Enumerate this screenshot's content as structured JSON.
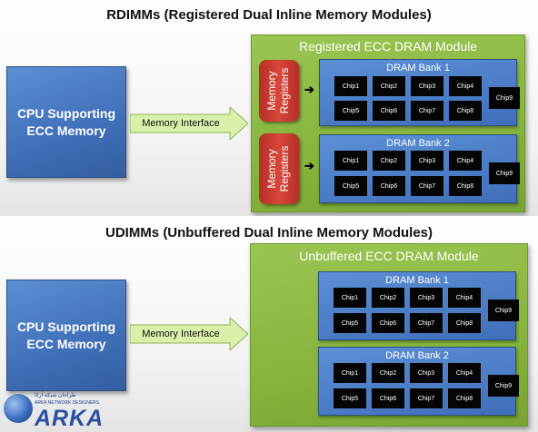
{
  "top": {
    "heading": "RDIMMs (Registered Dual Inline Memory Modules)",
    "cpu_label": "CPU Supporting\nECC Memory",
    "interface_label": "Memory Interface",
    "module_title": "Registered ECC DRAM Module",
    "register_label": "Memory\nRegisters",
    "banks": [
      {
        "title": "DRAM Bank 1"
      },
      {
        "title": "DRAM Bank 2"
      }
    ]
  },
  "bottom": {
    "heading": "UDIMMs (Unbuffered  Dual Inline Memory Modules)",
    "cpu_label": "CPU Supporting\nECC Memory",
    "interface_label": "Memory Interface",
    "module_title": "Unbuffered ECC DRAM Module",
    "banks": [
      {
        "title": "DRAM Bank 1"
      },
      {
        "title": "DRAM Bank 2"
      }
    ]
  },
  "chips": {
    "row1": [
      "Chip1",
      "Chip2",
      "Chip3",
      "Chip4"
    ],
    "row2": [
      "Chip5",
      "Chip6",
      "Chip7",
      "Chip8"
    ],
    "extra": "Chip9"
  },
  "logo": {
    "persian": "طراحان شبکه آرکا",
    "tagline": "ARKA NETWORK DESIGNERS",
    "word": "ARKA"
  },
  "colors": {
    "cpu_blue": "#3f6fb8",
    "module_green": "#86b43c",
    "register_red": "#c93a30",
    "chip_black": "#050505",
    "arrow_green": "#d8f0a8"
  }
}
